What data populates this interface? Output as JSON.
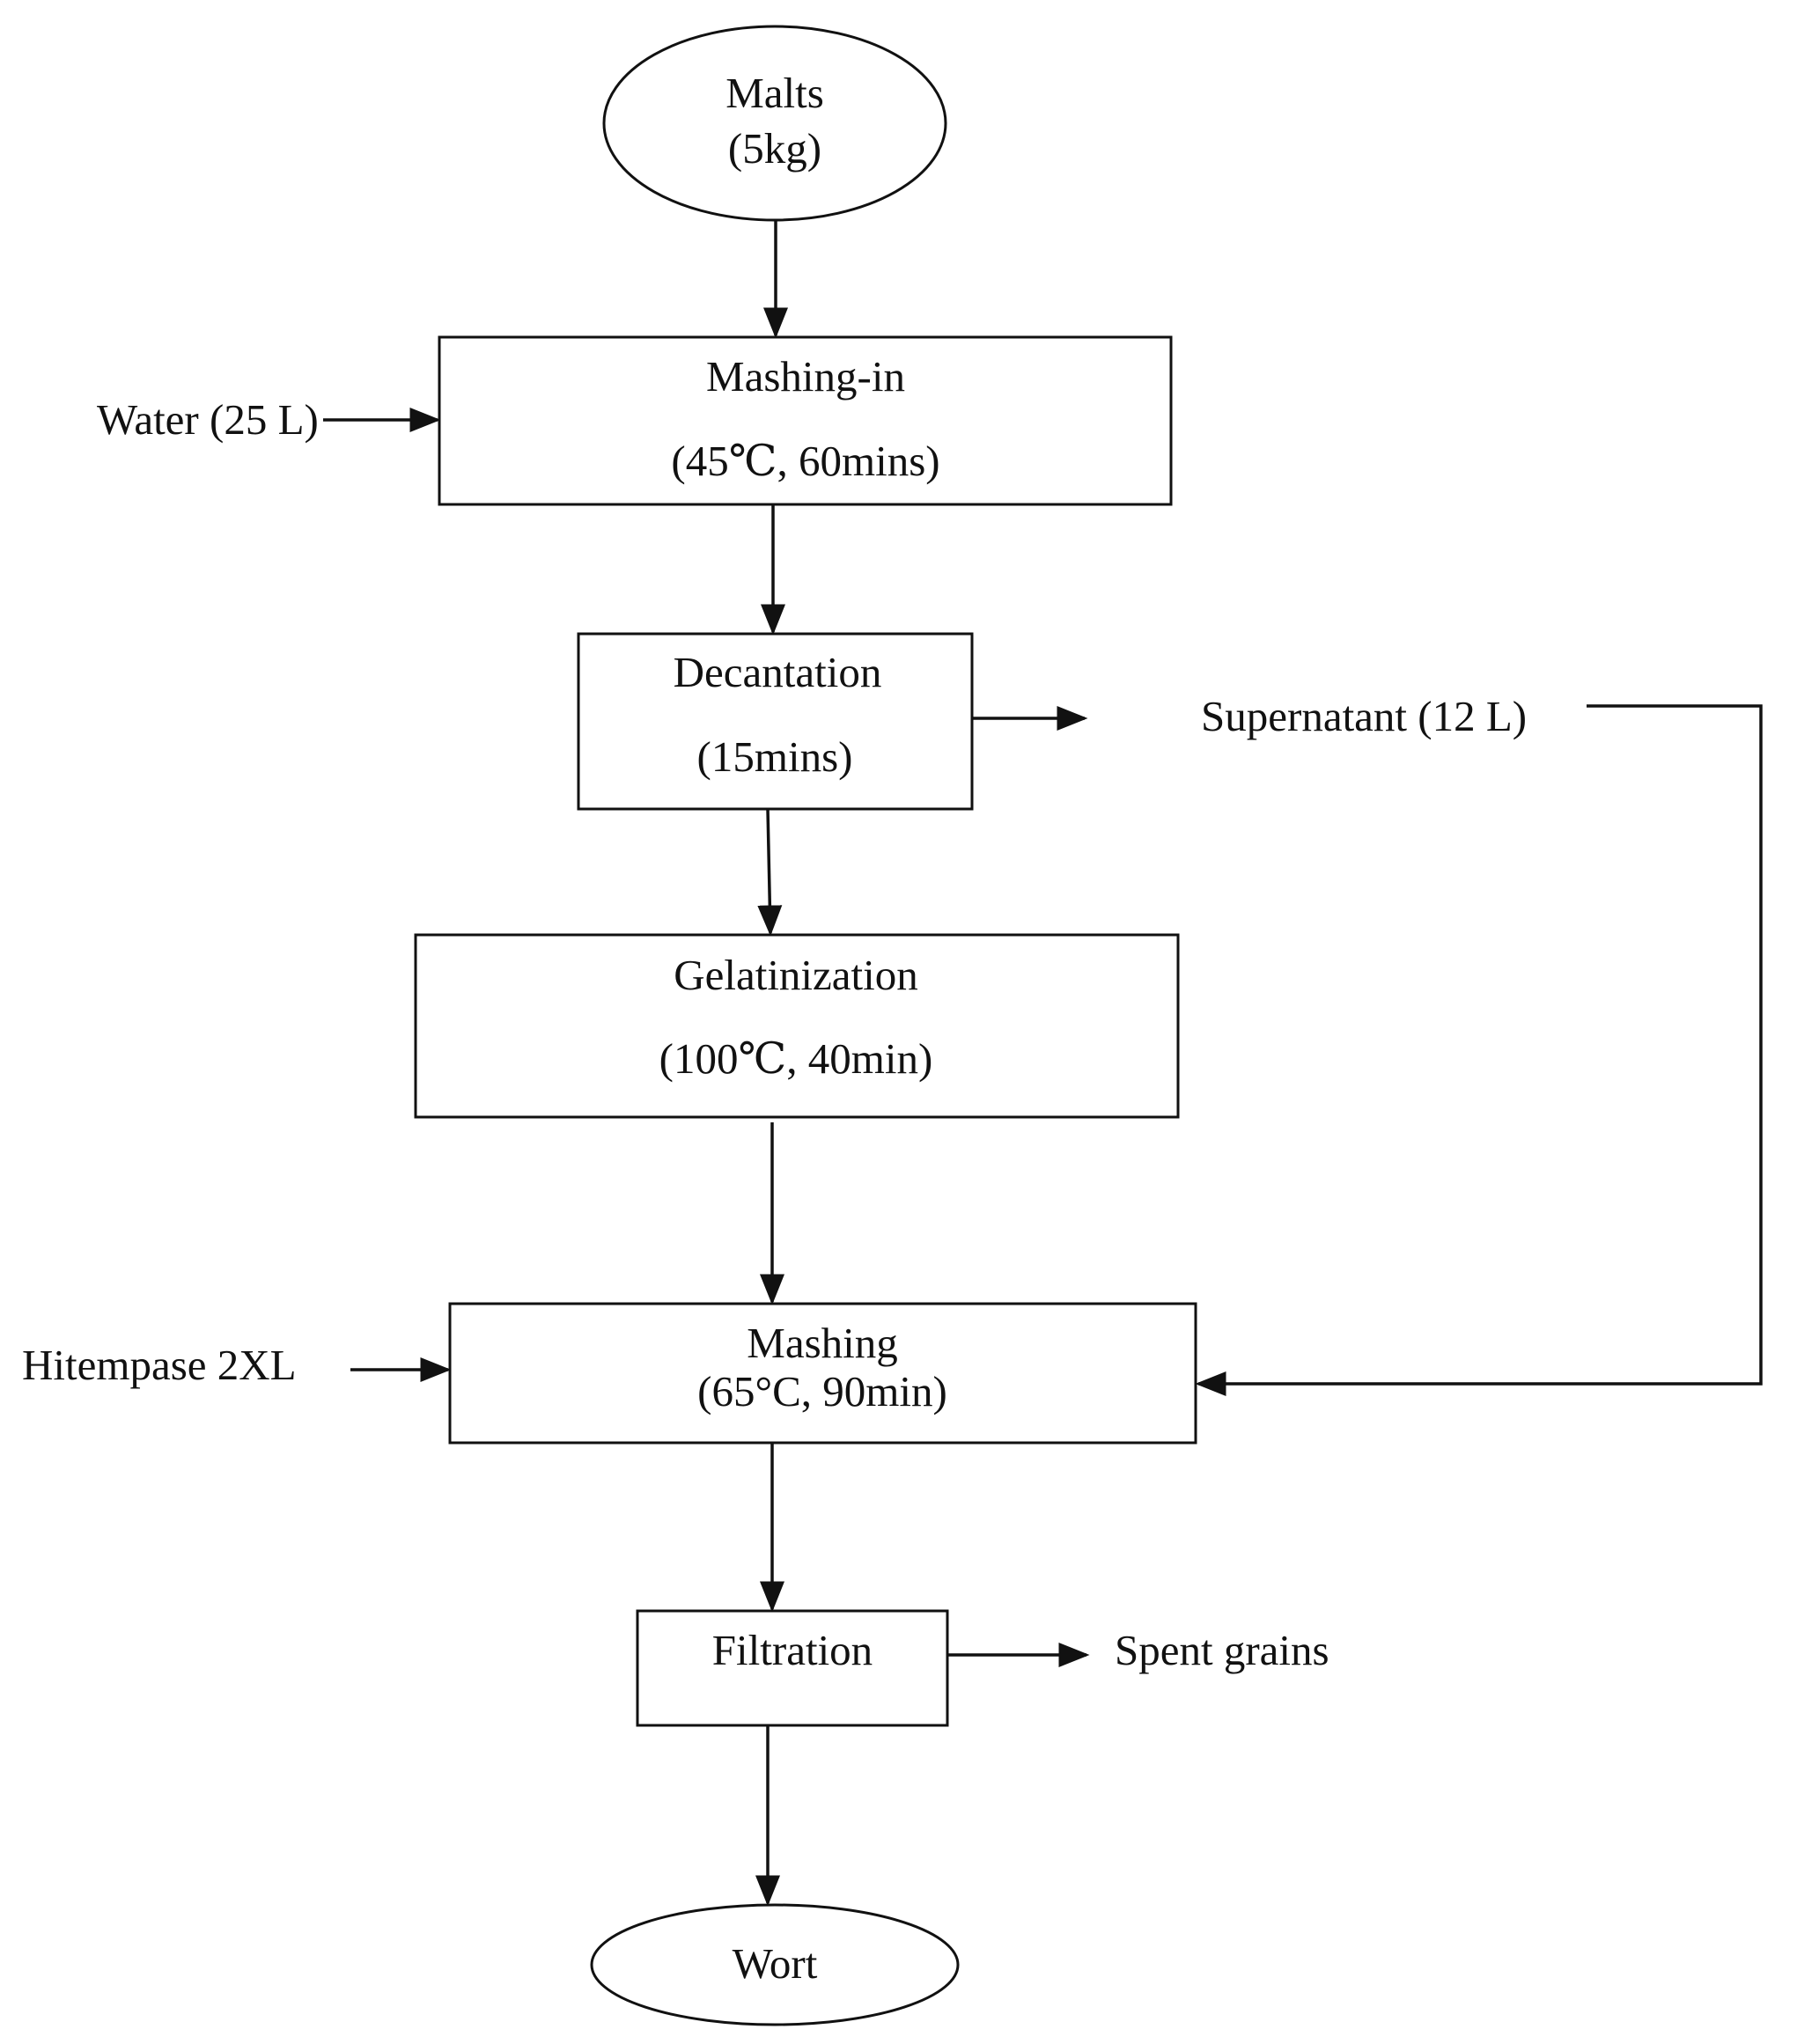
{
  "nodes": {
    "malts": {
      "line1": "Malts",
      "line2": "(5kg)"
    },
    "mashing_in": {
      "line1": "Mashing-in",
      "line2": "(45℃, 60mins)"
    },
    "decantation": {
      "line1": "Decantation",
      "line2": "(15mins)"
    },
    "gelatinization": {
      "line1": "Gelatinization",
      "line2": "(100℃, 40min)"
    },
    "mashing": {
      "line1": "Mashing",
      "line2": "(65°C, 90min)"
    },
    "filtration": {
      "line1": "Filtration"
    },
    "wort": {
      "line1": "Wort"
    }
  },
  "side_inputs": {
    "water": "Water (25 L)",
    "hitempase": "Hitempase 2XL"
  },
  "side_outputs": {
    "supernatant": "Supernatant (12 L)",
    "spent_grains": "Spent grains"
  }
}
